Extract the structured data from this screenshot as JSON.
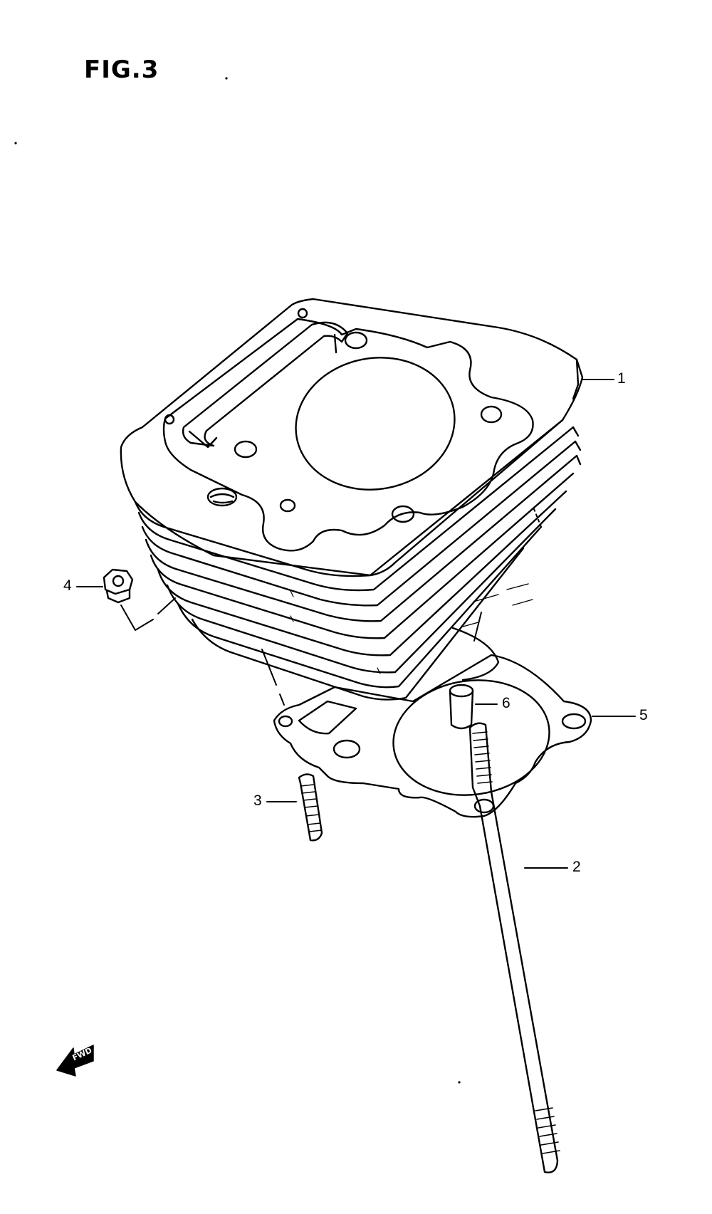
{
  "figure": {
    "title": "FIG.3"
  },
  "parts": [
    {
      "num": "1",
      "name": "cylinder"
    },
    {
      "num": "2",
      "name": "stud-bolt"
    },
    {
      "num": "3",
      "name": "short-stud"
    },
    {
      "num": "4",
      "name": "nut"
    },
    {
      "num": "5",
      "name": "cylinder-base-gasket"
    },
    {
      "num": "6",
      "name": "dowel-pin"
    }
  ],
  "direction_marker": {
    "text": "FWD"
  },
  "colors": {
    "ink": "#000000",
    "paper": "#ffffff"
  }
}
